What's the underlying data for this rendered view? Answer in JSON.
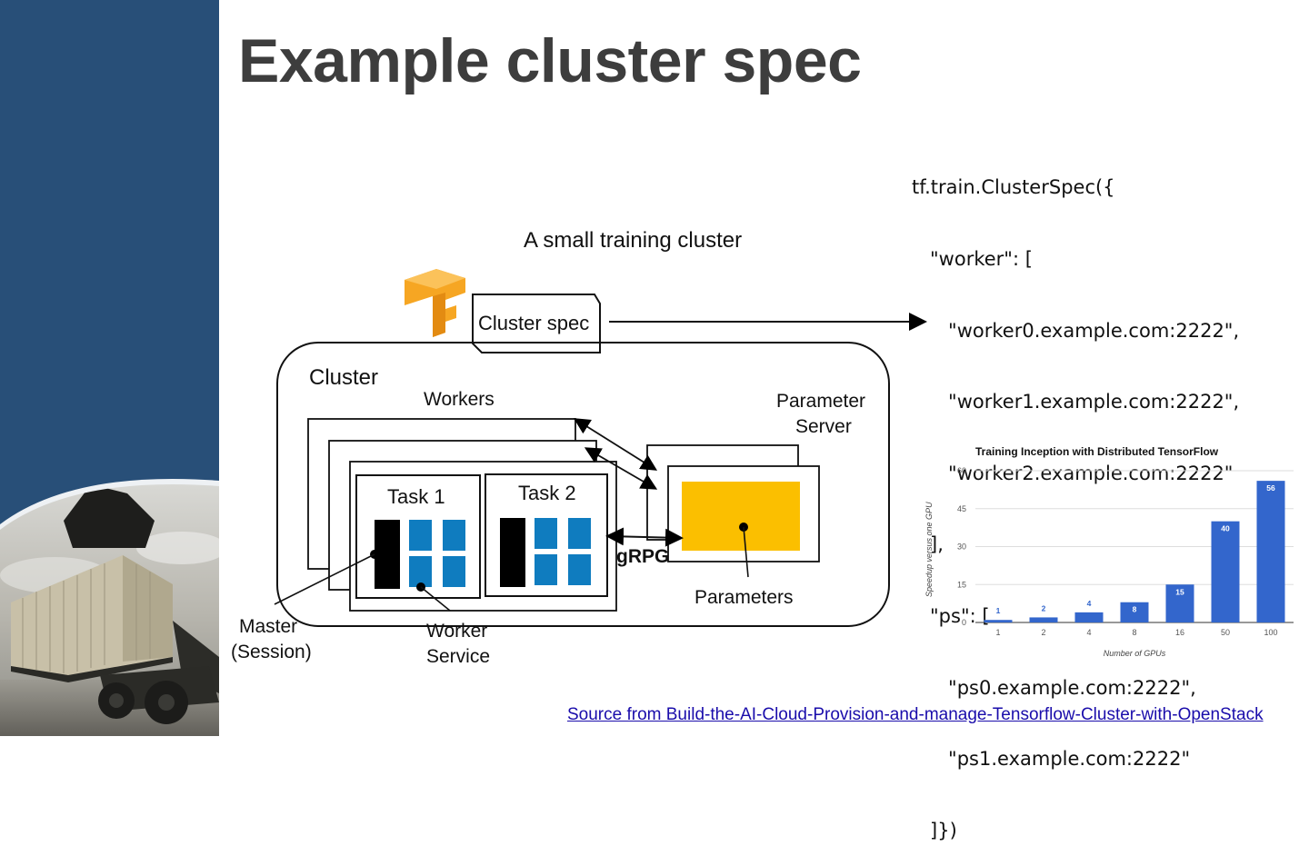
{
  "slide": {
    "title": "Example cluster spec",
    "source_link": "Source from Build-the-AI-Cloud-Provision-and-manage-Tensorflow-Cluster-with-OpenStack"
  },
  "colors": {
    "sidebar": "#284f78",
    "title": "#3d3d3d",
    "task_blue": "#0f7cbf",
    "parameters_yellow": "#fbbf00",
    "bar_blue": "#3366cc",
    "link": "#1a0dab"
  },
  "diagram": {
    "heading": "A small training cluster",
    "logo": "tensorflow-logo",
    "cluster_spec_label": "Cluster spec",
    "cluster_label": "Cluster",
    "workers_label": "Workers",
    "parameter_server_label_line1": "Parameter",
    "parameter_server_label_line2": "Server",
    "task1_label": "Task 1",
    "task2_label": "Task 2",
    "grpc_label": "gRPG",
    "parameters_label": "Parameters",
    "master_label_line1": "Master",
    "master_label_line2": "(Session)",
    "worker_service_label_line1": "Worker",
    "worker_service_label_line2": "Service"
  },
  "code": {
    "lines": [
      "tf.train.ClusterSpec({",
      "   \"worker\": [",
      "      \"worker0.example.com:2222\",",
      "      \"worker1.example.com:2222\",",
      "      \"worker2.example.com:2222\"",
      "   ],",
      "   \"ps\": [",
      "      \"ps0.example.com:2222\",",
      "      \"ps1.example.com:2222\"",
      "   ]})"
    ]
  },
  "chart_data": {
    "type": "bar",
    "title": "Training Inception with Distributed TensorFlow",
    "xlabel": "Number of GPUs",
    "ylabel": "Speedup versus one GPU",
    "categories": [
      "1",
      "2",
      "4",
      "8",
      "16",
      "50",
      "100"
    ],
    "values": [
      1,
      2,
      4,
      8,
      15,
      40,
      56
    ],
    "data_labels": [
      "1",
      "2",
      "4",
      "8",
      "15",
      "40",
      "56"
    ],
    "ylim": [
      0,
      60
    ],
    "yticks": [
      0,
      15,
      30,
      45,
      60
    ],
    "grid": true,
    "legend": "none"
  }
}
